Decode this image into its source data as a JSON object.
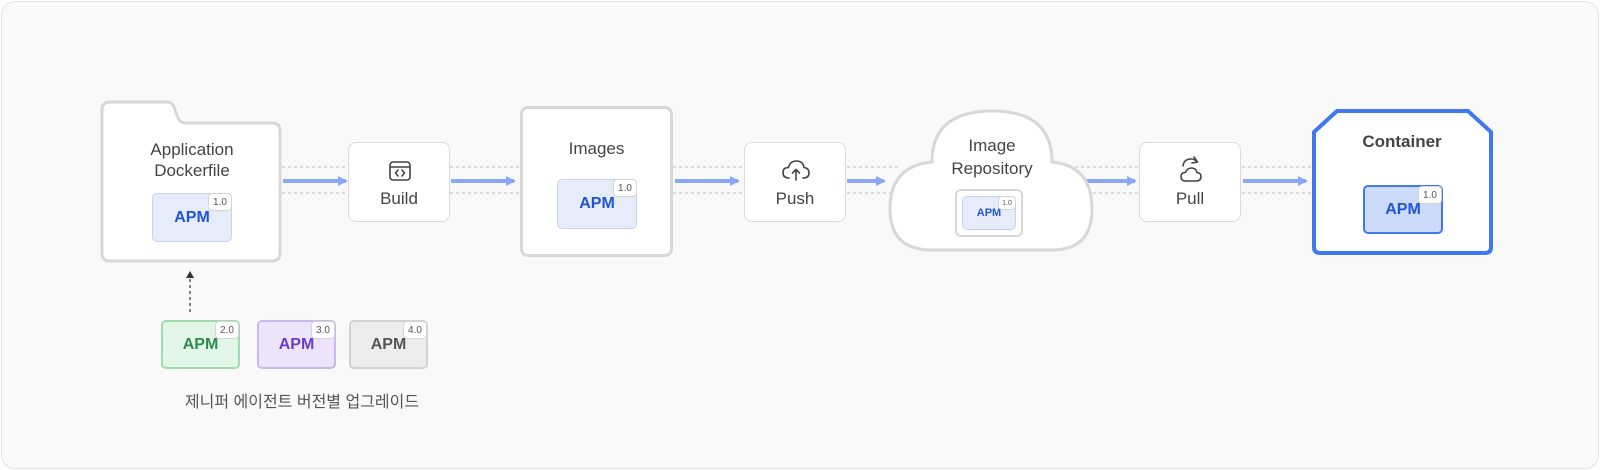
{
  "source": {
    "label_line1": "Application",
    "label_line2": "Dockerfile",
    "badge": "APM",
    "version": "1.0"
  },
  "build": {
    "label": "Build"
  },
  "images": {
    "label": "Images",
    "badge": "APM",
    "version": "1.0"
  },
  "push": {
    "label": "Push"
  },
  "repository": {
    "label_line1": "Image",
    "label_line2": "Repository",
    "badge": "APM",
    "version": "1.0"
  },
  "pull": {
    "label": "Pull"
  },
  "container": {
    "label": "Container",
    "badge": "APM",
    "version": "1.0"
  },
  "upgrades": [
    {
      "badge": "APM",
      "version": "2.0"
    },
    {
      "badge": "APM",
      "version": "3.0"
    },
    {
      "badge": "APM",
      "version": "4.0"
    }
  ],
  "upgrade_caption": "제니퍼 에이전트 버전별 업그레이드",
  "colors": {
    "arrow": "#8aa8f5",
    "accent": "#3f78f0",
    "apm_blue": "#1f55d6",
    "apm_green": "#2e8b4c",
    "apm_purple": "#6a3cc8",
    "apm_gray": "#555555"
  },
  "icons": [
    "code-window-icon",
    "cloud-upload-icon",
    "cloud-download-icon"
  ]
}
